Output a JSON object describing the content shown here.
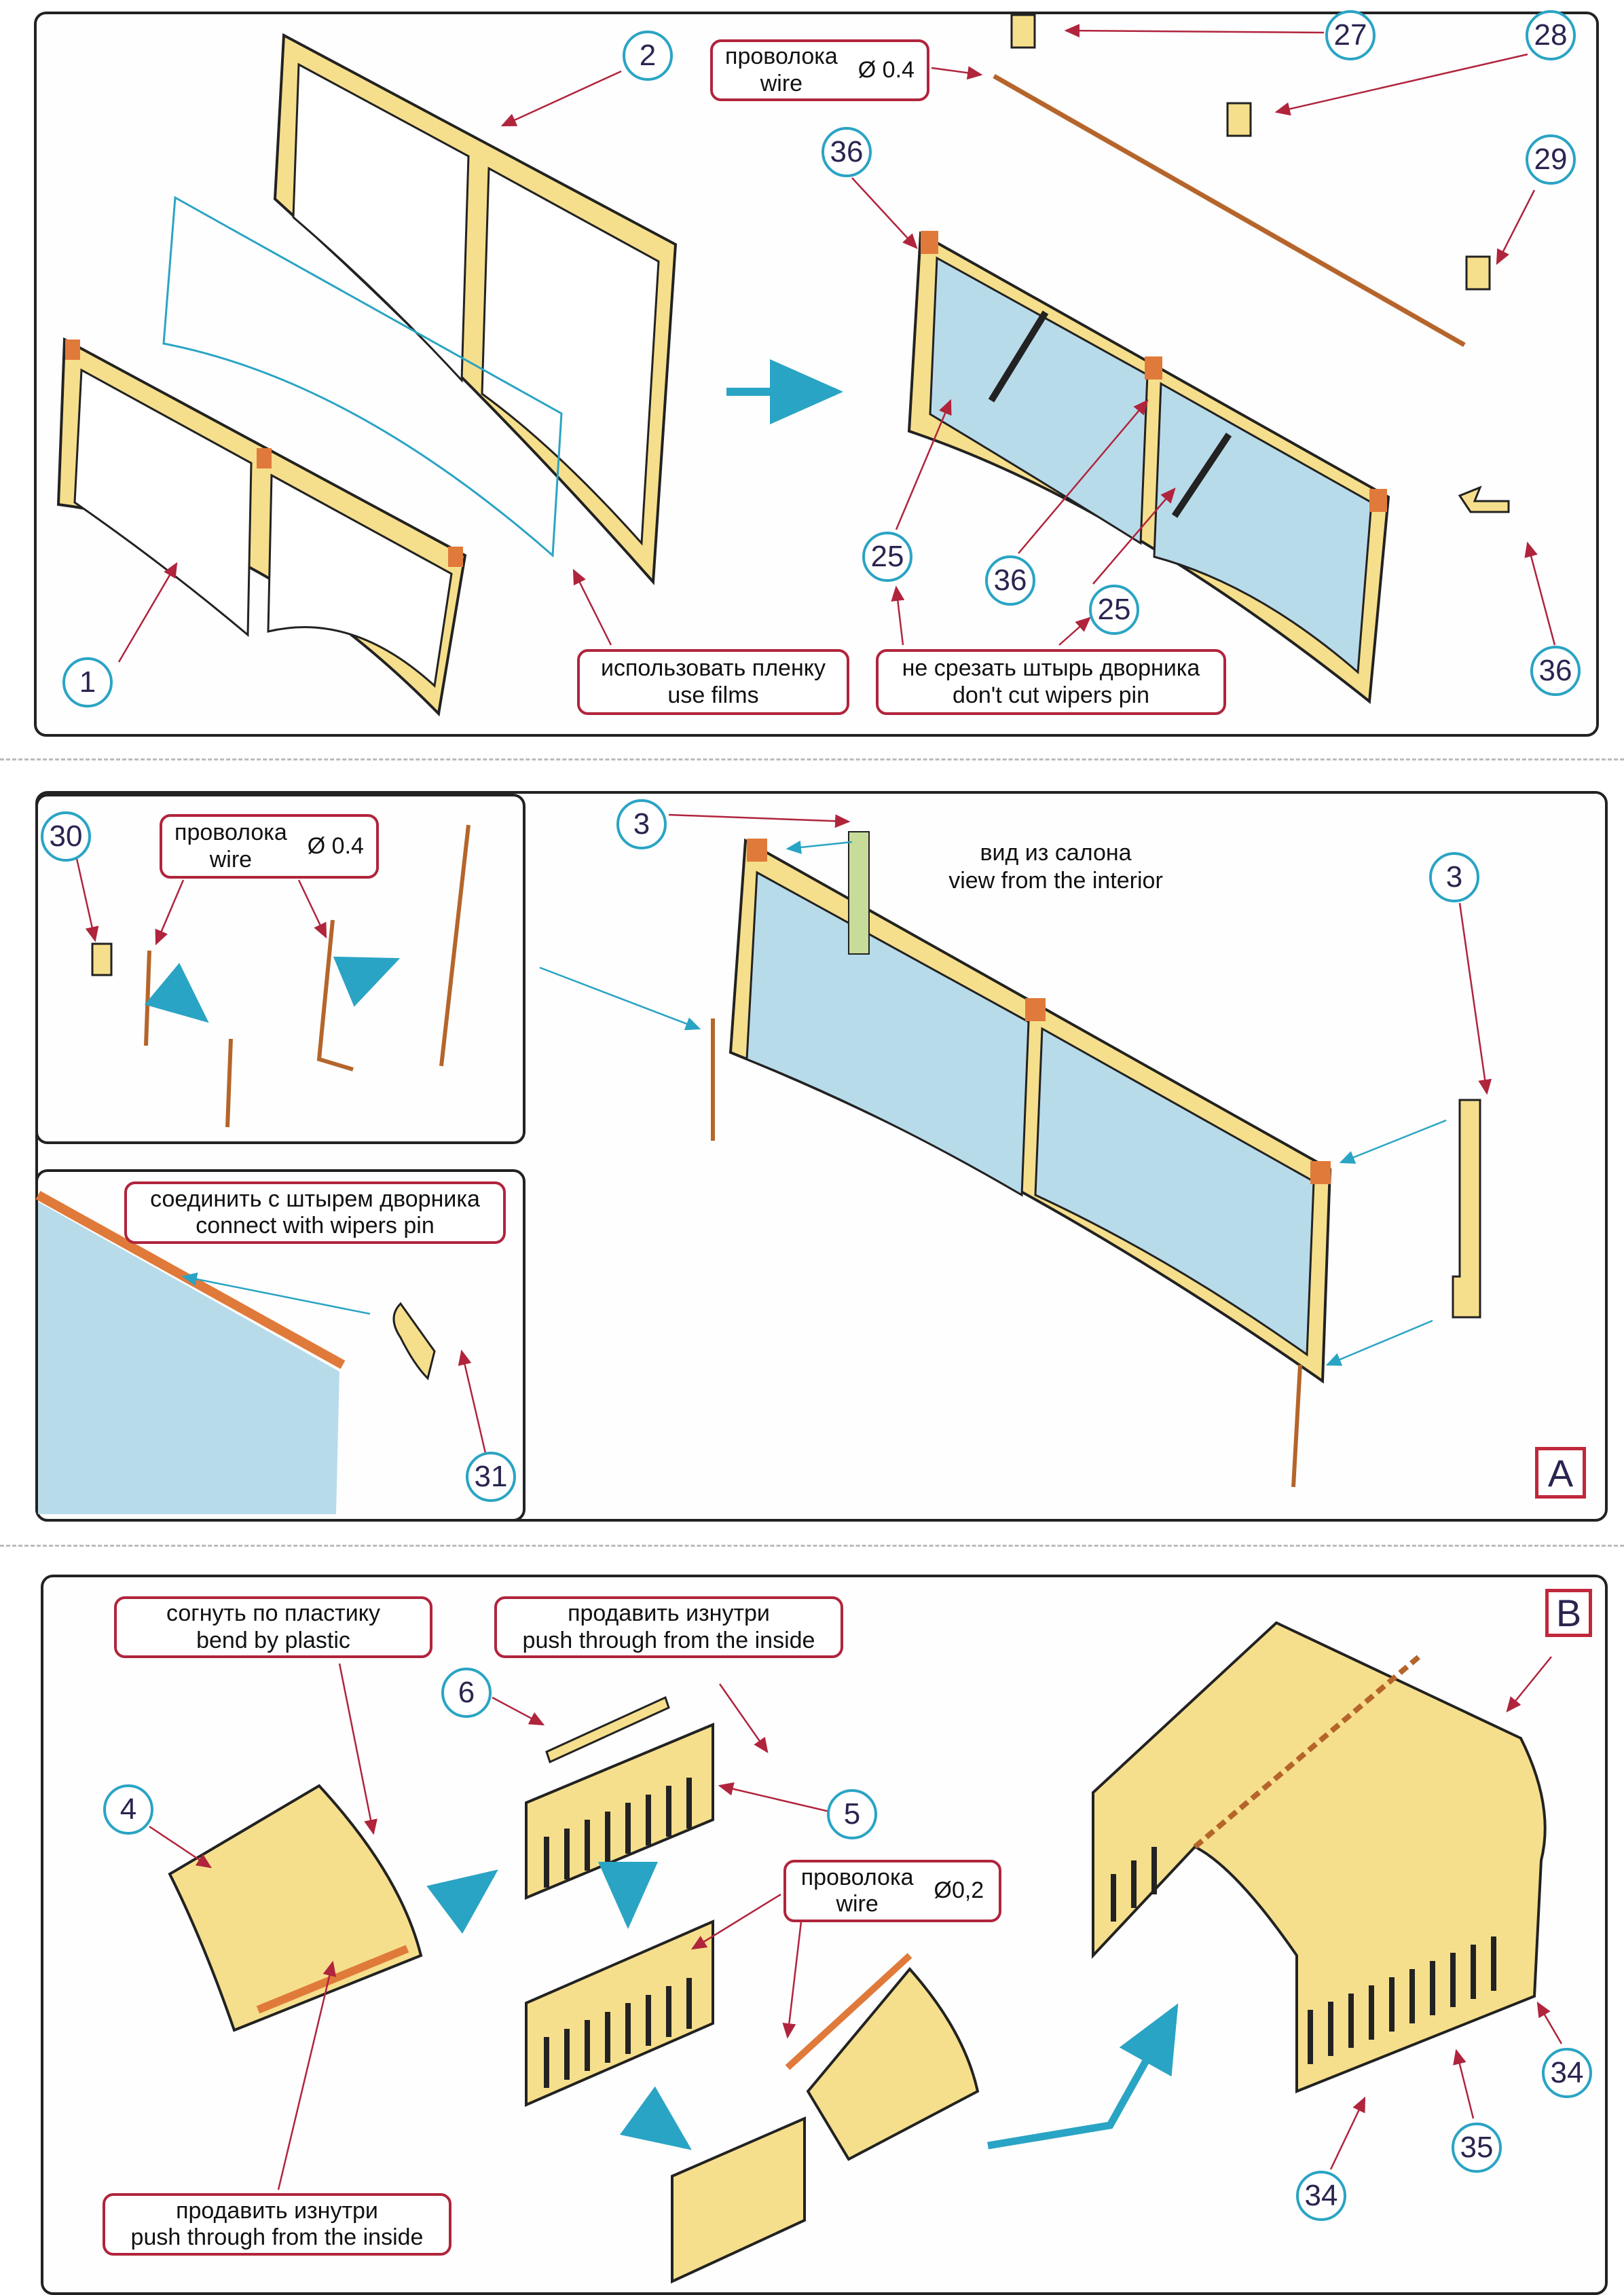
{
  "colors": {
    "frame": "#f6df8c",
    "glass": "#b8dbea",
    "accent_orange": "#e07a3a",
    "callout_circle": "#2aa4c4",
    "label_border": "#b0243c",
    "arrow": "#2aa4c4"
  },
  "step1": {
    "callouts": [
      "1",
      "2",
      "27",
      "28",
      "29",
      "36",
      "25",
      "36",
      "25",
      "36"
    ],
    "wire_label": {
      "ru": "проволока",
      "en": "wire",
      "size": "Ø 0.4"
    },
    "film_label": {
      "ru": "использовать пленку",
      "en": "use films"
    },
    "pin_label": {
      "ru": "не срезать штырь дворника",
      "en": "don't cut wipers pin"
    }
  },
  "step2": {
    "callouts": [
      "30",
      "3",
      "3",
      "31"
    ],
    "wire_label": {
      "ru": "проволока",
      "en": "wire",
      "size": "Ø 0.4"
    },
    "view_label": {
      "ru": "вид из салона",
      "en": "view from the interior"
    },
    "connect_label": {
      "ru": "соединить с штырем дворника",
      "en": "connect with wipers pin"
    },
    "section": "A"
  },
  "step3": {
    "callouts": [
      "6",
      "4",
      "5",
      "34",
      "35",
      "34"
    ],
    "bend_label": {
      "ru": "согнуть по пластику",
      "en": "bend by plastic"
    },
    "push_label_top": {
      "ru": "продавить изнутри",
      "en": "push through from the inside"
    },
    "wire_label": {
      "ru": "проволока",
      "en": "wire",
      "size": "Ø0,2"
    },
    "push_label_bottom": {
      "ru": "продавить изнутри",
      "en": "push through from the inside"
    },
    "section": "B"
  }
}
